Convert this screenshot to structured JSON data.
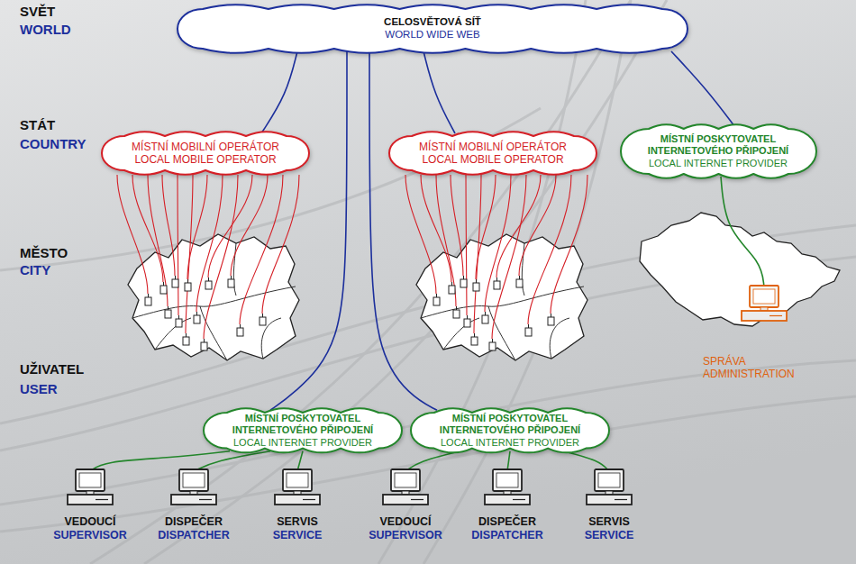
{
  "diagram": {
    "nodes": [
      {
        "text": [
          "CELOSVĚTOVÁ SÍŤ",
          "WORLD WIDE WEB"
        ]
      },
      {
        "text": [
          "MÍSTNÍ MOBILNÍ OPERÁTOR",
          "LOCAL MOBILE OPERATOR"
        ]
      },
      {
        "text": [
          "MÍSTNÍ MOBILNÍ OPERÁTOR",
          "LOCAL MOBILE OPERATOR"
        ]
      },
      {
        "text": [
          "MÍSTNÍ POSKYTOVATEL INTERNETOVÉHO PŘIPOJENÍ",
          "LOCAL INTERNET PROVIDER"
        ]
      },
      {
        "text": [
          "SPRÁVA",
          "ADMINISTRATION"
        ]
      },
      {
        "text": [
          "MÍSTNÍ POSKYTOVATEL INTERNETOVÉHO PŘIPOJENÍ",
          "LOCAL INTERNET PROVIDER"
        ]
      },
      {
        "text": [
          "MÍSTNÍ POSKYTOVATEL INTERNETOVÉHO PŘIPOJENÍ",
          "LOCAL INTERNET PROVIDER"
        ]
      },
      {
        "text": [
          "VEDOUCÍ",
          "SUPERVISOR"
        ]
      },
      {
        "text": [
          "DISPEČER",
          "DISPATCHER"
        ]
      },
      {
        "text": [
          "SERVIS",
          "SERVICE"
        ]
      },
      {
        "text": [
          "VEDOUCÍ",
          "SUPERVISOR"
        ]
      },
      {
        "text": [
          "DISPEČER",
          "DISPATCHER"
        ]
      },
      {
        "text": [
          "SERVIS",
          "SERVICE"
        ]
      }
    ],
    "edges": [
      {
        "from": 0,
        "to": 1,
        "arrow": "none"
      },
      {
        "from": 0,
        "to": 2,
        "arrow": "none"
      },
      {
        "from": 0,
        "to": 3,
        "arrow": "none"
      },
      {
        "from": 0,
        "to": 5,
        "arrow": "none"
      },
      {
        "from": 0,
        "to": 6,
        "arrow": "none"
      },
      {
        "from": 3,
        "to": 4,
        "arrow": "none"
      },
      {
        "from": 5,
        "to": 7,
        "arrow": "none"
      },
      {
        "from": 5,
        "to": 8,
        "arrow": "none"
      },
      {
        "from": 5,
        "to": 9,
        "arrow": "none"
      },
      {
        "from": 6,
        "to": 10,
        "arrow": "none"
      },
      {
        "from": 6,
        "to": 11,
        "arrow": "none"
      },
      {
        "from": 6,
        "to": 12,
        "arrow": "none"
      }
    ],
    "labels": [
      "SVĚT",
      "WORLD",
      "STÁT",
      "COUNTRY",
      "MĚSTO",
      "CITY",
      "UŽIVATEL",
      "USER"
    ]
  }
}
